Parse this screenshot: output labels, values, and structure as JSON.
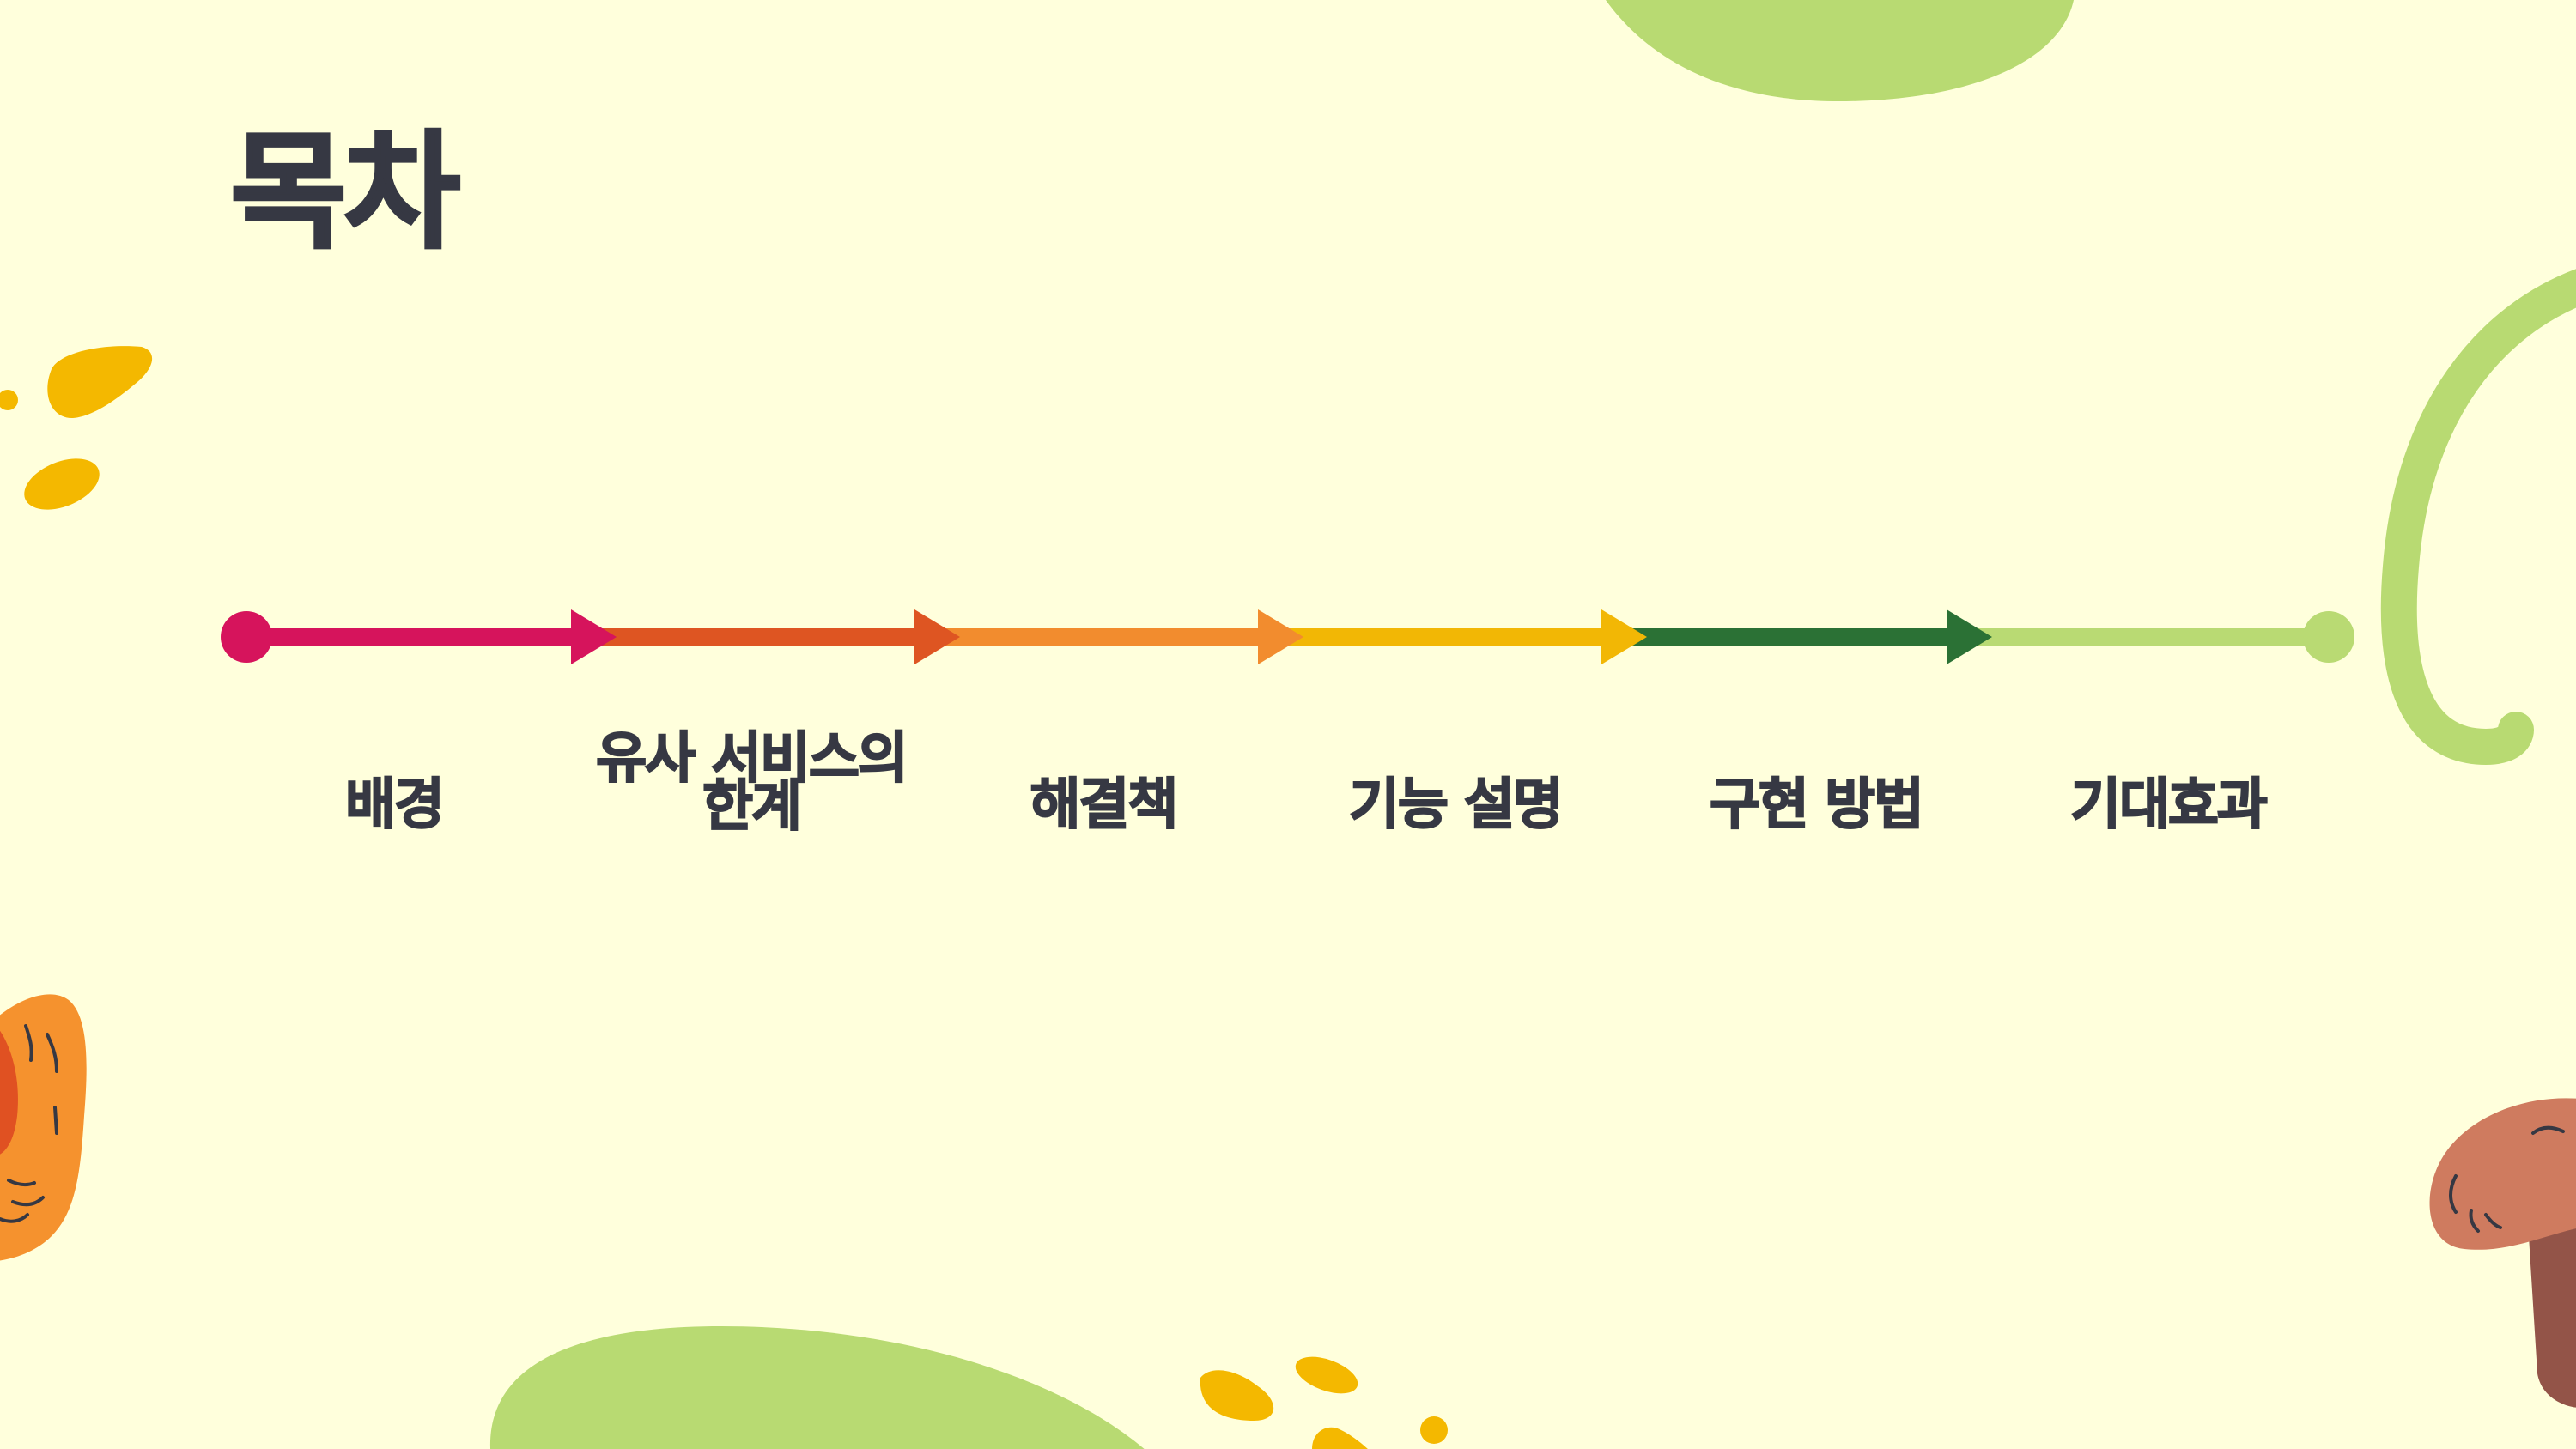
{
  "slide": {
    "title": "목차",
    "background": "#FFFFDC",
    "text_color": "#363843"
  },
  "timeline": {
    "steps": [
      {
        "label": "배경",
        "segment_color": "#D6145C"
      },
      {
        "label": "유사 서비스의\n한계",
        "segment_color": "#DE5522"
      },
      {
        "label": "해결책",
        "segment_color": "#F28C2E"
      },
      {
        "label": "기능 설명",
        "segment_color": "#F2B705"
      },
      {
        "label": "구현 방법",
        "segment_color": "#2B7135"
      },
      {
        "label": "기대효과",
        "segment_color": "#B9DA73"
      }
    ],
    "start_dot_color": "#D6145C",
    "end_dot_color": "#B9DA73"
  },
  "decorations": {
    "palette": {
      "green": "#B8DA72",
      "yellow": "#F4B800",
      "orange": "#F5922E",
      "red_orange": "#E05122",
      "mushroom_cap": "#CF7B5F",
      "mushroom_stem": "#935448",
      "ink": "#363843"
    }
  }
}
